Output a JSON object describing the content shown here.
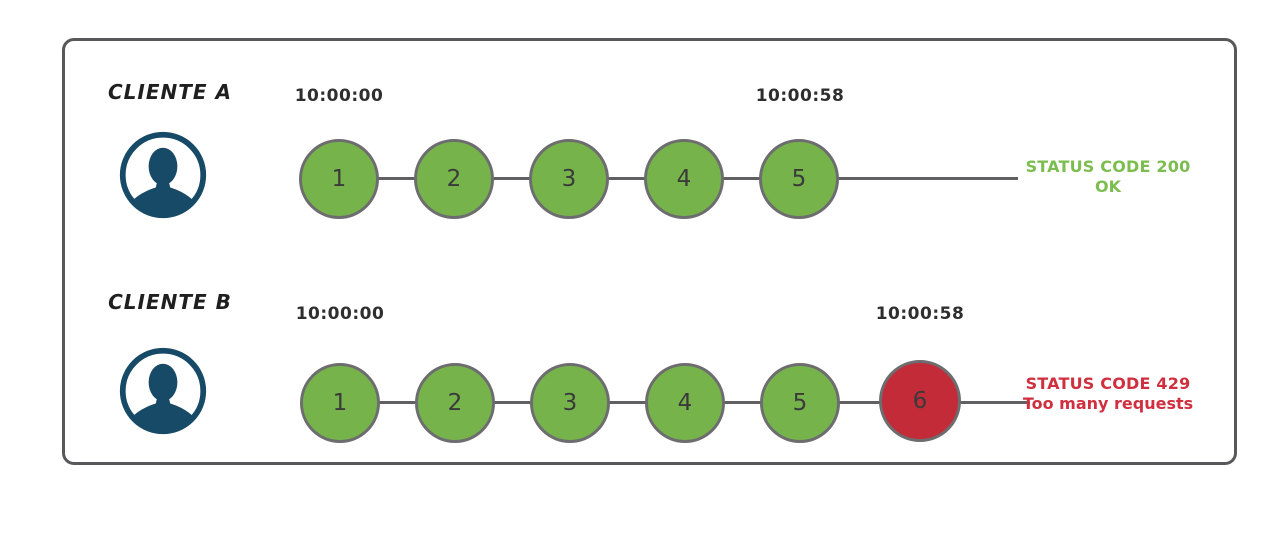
{
  "colors": {
    "circle-green": "#76b44b",
    "circle-red": "#c32b38",
    "circle-border": "#6d6d70",
    "status-green": "#7bbd4f",
    "status-red": "#d02f3f",
    "avatar-navy": "#174a66",
    "line-gray": "#606062",
    "frame-gray": "#58585a",
    "timestamp-dark": "#2e2e2e",
    "number-dark": "#3a3a3a",
    "client-label-dark": "#1f1f1f"
  },
  "rows": [
    {
      "client_label": "CLIENTE A",
      "start_time": "10:00:00",
      "end_time": "10:00:58",
      "requests": [
        {
          "label": "1",
          "state": "ok"
        },
        {
          "label": "2",
          "state": "ok"
        },
        {
          "label": "3",
          "state": "ok"
        },
        {
          "label": "4",
          "state": "ok"
        },
        {
          "label": "5",
          "state": "ok"
        }
      ],
      "status": {
        "line1": "STATUS CODE 200",
        "line2": "OK"
      }
    },
    {
      "client_label": "CLIENTE B",
      "start_time": "10:00:00",
      "end_time": "10:00:58",
      "requests": [
        {
          "label": "1",
          "state": "ok"
        },
        {
          "label": "2",
          "state": "ok"
        },
        {
          "label": "3",
          "state": "ok"
        },
        {
          "label": "4",
          "state": "ok"
        },
        {
          "label": "5",
          "state": "ok"
        },
        {
          "label": "6",
          "state": "blocked"
        }
      ],
      "status": {
        "line1": "STATUS CODE 429",
        "line2": "Too many requests"
      }
    }
  ]
}
